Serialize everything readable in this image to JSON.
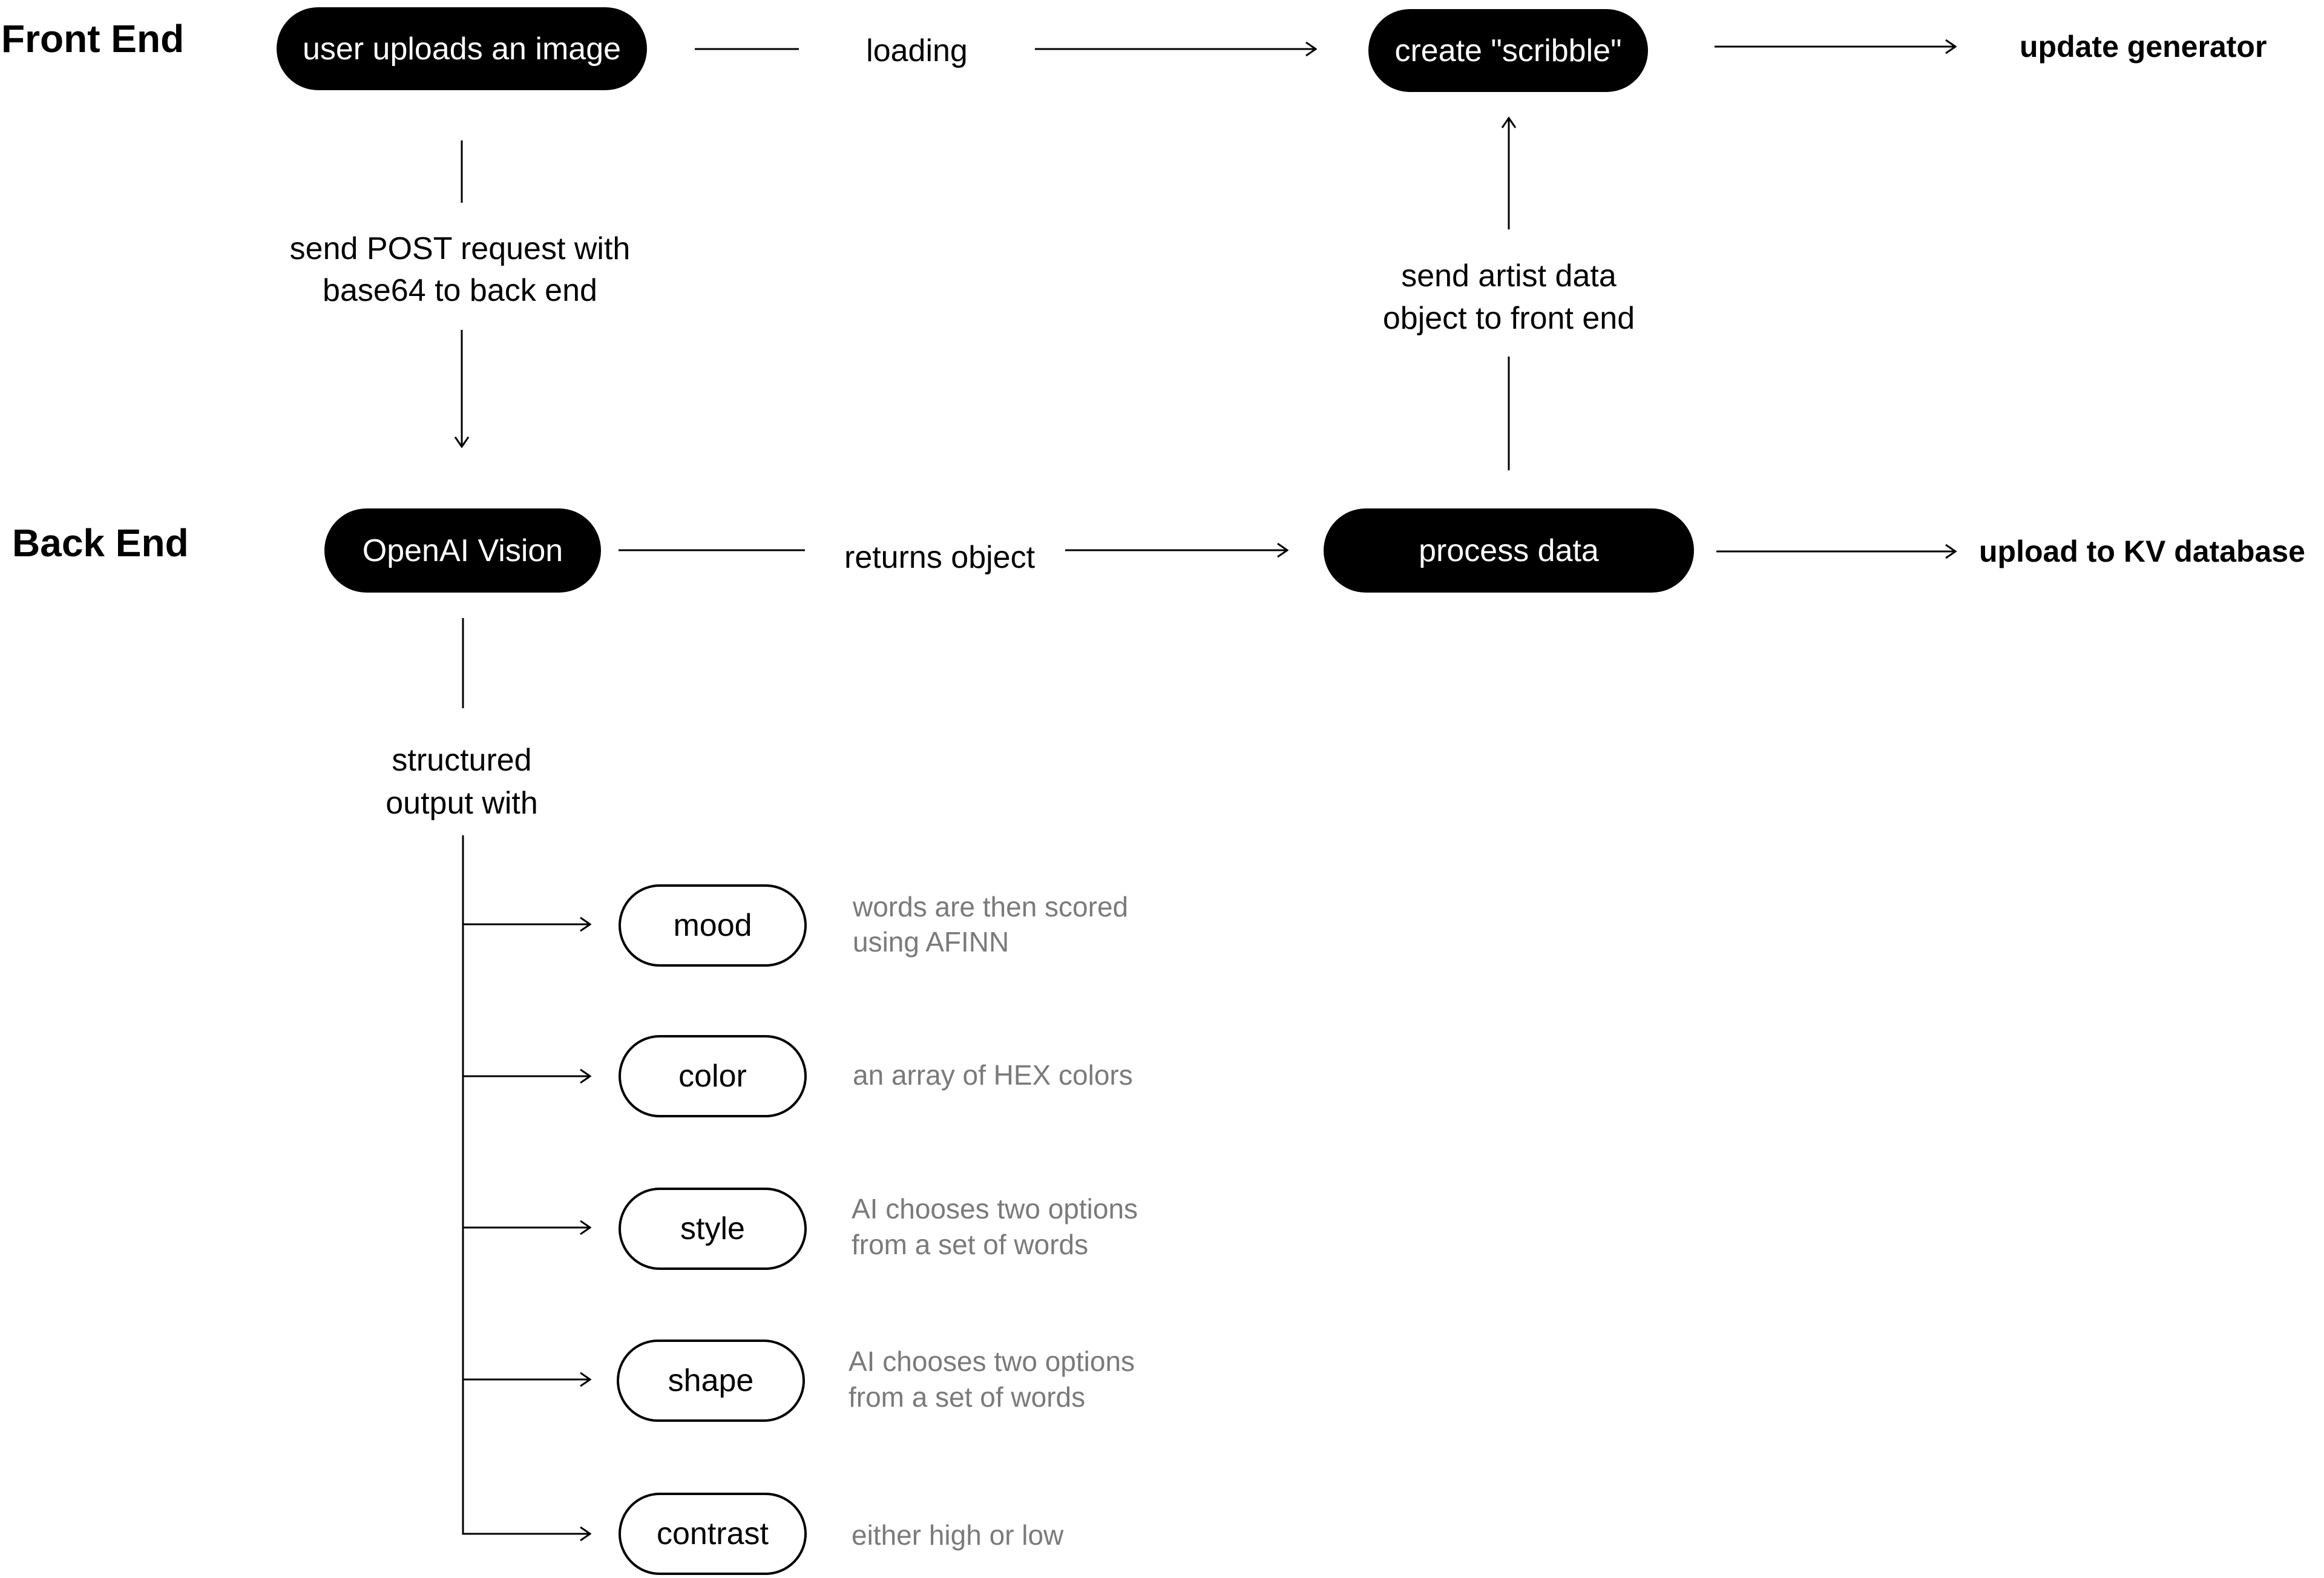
{
  "lanes": {
    "front_end": "Front End",
    "back_end": "Back End"
  },
  "front_end": {
    "upload_node": "user uploads an image",
    "loading_label": "loading",
    "scribble_node": "create \"scribble\"",
    "update_label": "update generator"
  },
  "connectors": {
    "post_request": [
      "send POST request with",
      "base64 to back end"
    ],
    "artist_data": [
      "send artist data",
      "object to front end"
    ],
    "returns_object": "returns object",
    "structured_output": [
      "structured",
      "output with"
    ]
  },
  "back_end": {
    "vision_node": "OpenAI Vision",
    "process_node": "process data",
    "upload_kv_label": "upload to KV database"
  },
  "outputs": [
    {
      "label": "mood",
      "description": [
        "words are then scored",
        "using AFINN"
      ]
    },
    {
      "label": "color",
      "description": [
        "an array of HEX colors"
      ]
    },
    {
      "label": "style",
      "description": [
        "AI chooses two options",
        "from a set of words"
      ]
    },
    {
      "label": "shape",
      "description": [
        "AI chooses two options",
        "from a set of words"
      ]
    },
    {
      "label": "contrast",
      "description": [
        "either high or low"
      ]
    }
  ],
  "colors": {
    "node_fill": "#000000",
    "node_text": "#ffffff",
    "description_text": "#7a7a7a",
    "line": "#000000"
  }
}
